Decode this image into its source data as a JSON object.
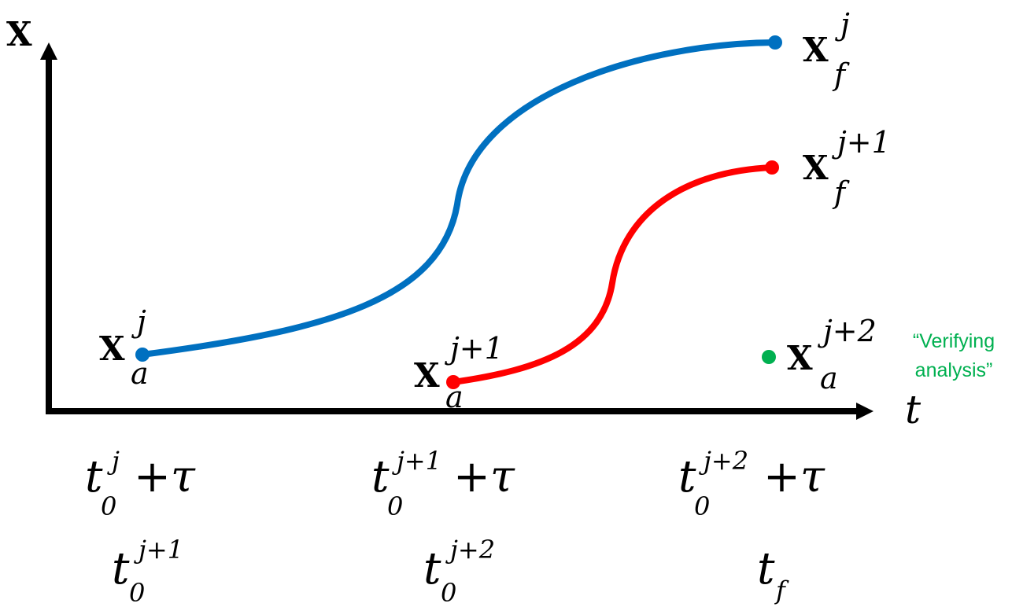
{
  "colors": {
    "axis": "#000000",
    "trajectory_j": "#0070C0",
    "trajectory_j1": "#FF0000",
    "verifying_point": "#00B050",
    "text": "#000000"
  },
  "axes": {
    "y_label": "X",
    "x_label": "t"
  },
  "trajectories": [
    {
      "start": {
        "symbol": "X",
        "superscript": "j",
        "subscript": "a"
      },
      "end": {
        "symbol": "X",
        "superscript": "j",
        "subscript": "f"
      }
    },
    {
      "start": {
        "symbol": "X",
        "superscript": "j+1",
        "subscript": "a"
      },
      "end": {
        "symbol": "X",
        "superscript": "j+1",
        "subscript": "f"
      }
    }
  ],
  "verifying_point": {
    "symbol": "X",
    "superscript": "j+2",
    "subscript": "a",
    "note_line1": "“Verifying",
    "note_line2": "analysis”"
  },
  "time_labels": {
    "row1": [
      {
        "base": "t",
        "sub": "0",
        "sup": "j",
        "suffix": "+τ"
      },
      {
        "base": "t",
        "sub": "0",
        "sup": "j+1",
        "suffix": "+τ"
      },
      {
        "base": "t",
        "sub": "0",
        "sup": "j+2",
        "suffix": "+τ"
      }
    ],
    "row2": [
      {
        "base": "t",
        "sub": "0",
        "sup": "j+1"
      },
      {
        "base": "t",
        "sub": "0",
        "sup": "j+2"
      },
      {
        "base": "t",
        "sub": "f",
        "sup": ""
      }
    ]
  }
}
